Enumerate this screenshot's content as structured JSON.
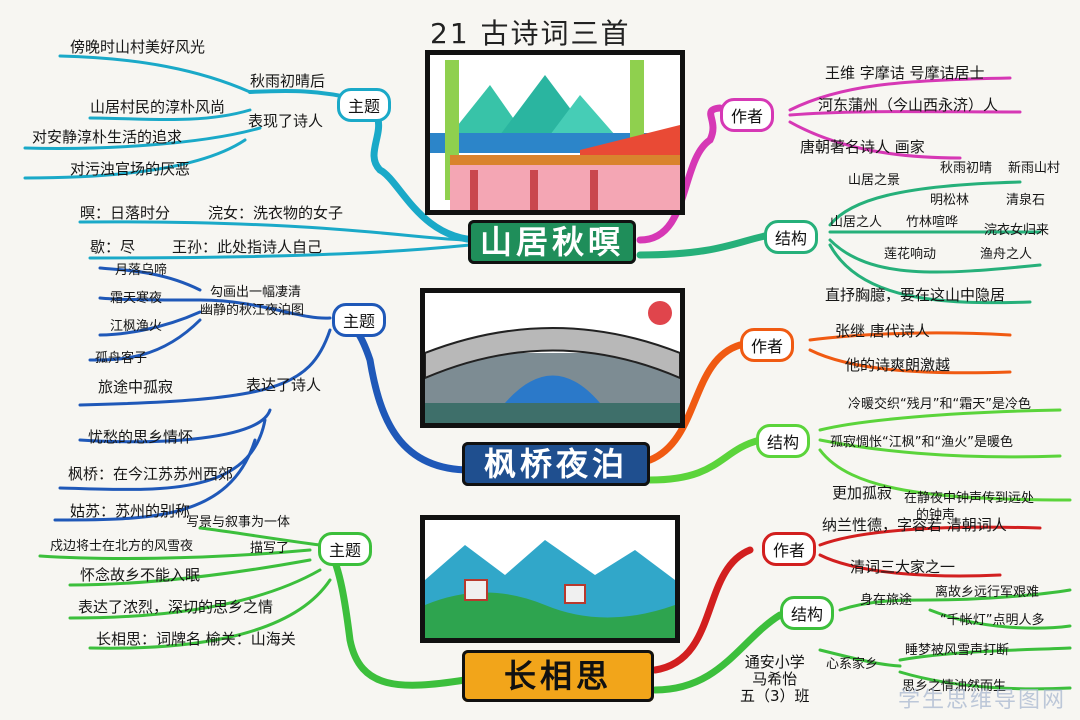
{
  "title": "21 古诗词三首",
  "poems": [
    {
      "name": "山居秋暝",
      "theme": {
        "tag": "主题",
        "lines": [
          "傍晚时山村美好风光",
          "秋雨初晴后",
          "山居村民的淳朴风尚",
          "表现了诗人",
          "对安静淳朴生活的追求",
          "对污浊官场的厌恶"
        ]
      },
      "notes": [
        "暝：日落时分",
        "浣女：洗衣物的女子",
        "歇：尽",
        "王孙：此处指诗人自己"
      ],
      "author": {
        "tag": "作者",
        "lines": [
          "王维 字摩诘 号摩诘居士",
          "河东蒲州（今山西永济）人",
          "唐朝著名诗人 画家"
        ]
      },
      "structure": {
        "tag": "结构",
        "lines": [
          "山居之景",
          "秋雨初晴",
          "新雨山村",
          "明松林",
          "清泉石",
          "山居之人",
          "竹林喧哗",
          "浣衣女归来",
          "莲花响动",
          "渔舟之人",
          "直抒胸臆，要在这山中隐居"
        ]
      }
    },
    {
      "name": "枫桥夜泊",
      "theme": {
        "tag": "主题",
        "lines": [
          "月落乌啼",
          "霜天寒夜",
          "江枫渔火",
          "孤舟客子",
          "勾画出一幅凄清",
          "幽静的秋江夜泊图",
          "旅途中孤寂",
          "表达了诗人",
          "忧愁的思乡情怀"
        ]
      },
      "notes": [
        "枫桥：在今江苏苏州西郊",
        "姑苏：苏州的别称"
      ],
      "author": {
        "tag": "作者",
        "lines": [
          "张继 唐代诗人",
          "他的诗爽朗激越"
        ]
      },
      "structure": {
        "tag": "结构",
        "lines": [
          "冷暖交织“残月”和“霜天”是冷色",
          "孤寂惆怅“江枫”和“渔火”是暖色",
          "更加孤寂",
          "在静夜中钟声传到远处",
          "的钟声"
        ]
      }
    },
    {
      "name": "长相思",
      "theme": {
        "tag": "主题",
        "lines": [
          "写景与叙事为一体",
          "戍边将士在北方的风雪夜",
          "描写了",
          "怀念故乡不能入眠",
          "表达了浓烈，深切的思乡之情",
          "长相思：词牌名 榆关：山海关"
        ]
      },
      "author": {
        "tag": "作者",
        "lines": [
          "纳兰性德，字容若 清朝词人",
          "清词三大家之一"
        ]
      },
      "structure": {
        "tag": "结构",
        "lines": [
          "身在旅途",
          "离故乡远行军艰难",
          "“千帐灯”点明人多",
          "心系家乡",
          "睡梦被风雪声打断",
          "思乡之情油然而生"
        ]
      }
    }
  ],
  "signature": [
    "通安小学",
    "马希怡",
    "五（3）班"
  ],
  "watermark": "学生思维导图网",
  "colors": {
    "poem1": "#1f8e5a",
    "poem2": "#1f4f8f",
    "poem3": "#f2a51a",
    "magenta": "#d638b5",
    "cyan": "#1aa9c8",
    "green": "#3cbf3c",
    "orange": "#f05a12",
    "red": "#d21f1f",
    "blue": "#1f58b8"
  }
}
